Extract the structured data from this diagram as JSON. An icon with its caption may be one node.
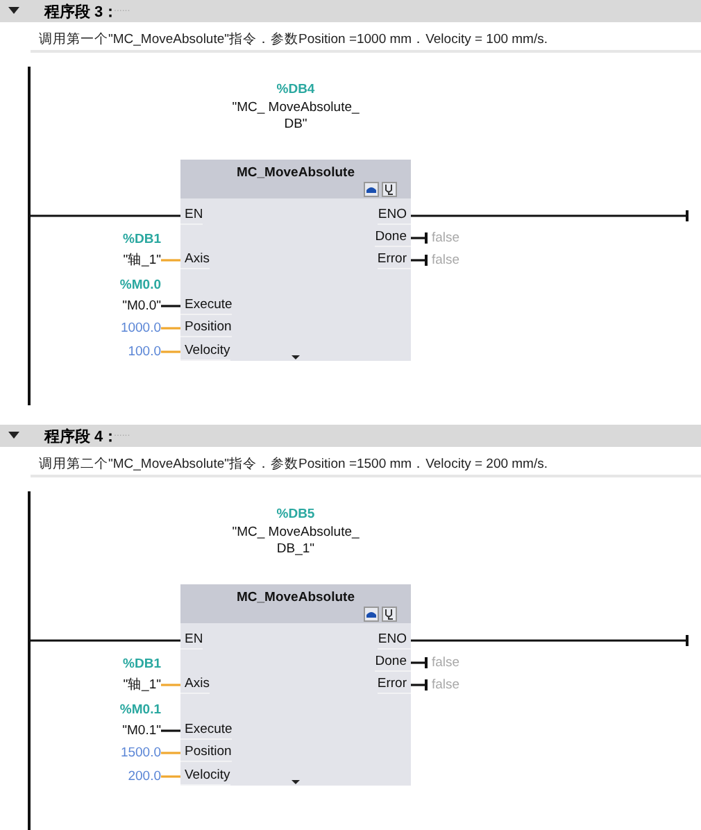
{
  "diagram": {
    "nodes": [
      {
        "text": [],
        "shape": "bar"
      },
      {
        "text": [
          "MC_MoveAbsolute"
        ],
        "beside": [
          "%DB4",
          "\"MC_ MoveAbsolute_ DB\""
        ]
      },
      {
        "text": [
          "EN"
        ],
        "in": 1
      },
      {
        "text": [
          "ENO"
        ],
        "in": 1
      },
      {
        "text": [
          "Done"
        ],
        "in": 1
      },
      {
        "text": [
          "Axis"
        ],
        "in": 1
      },
      {
        "text": [
          "Error"
        ],
        "in": 1
      },
      {
        "text": [
          "Execute"
        ],
        "in": 1
      },
      {
        "text": [
          "Position"
        ],
        "in": 1
      },
      {
        "text": [
          "Velocity"
        ],
        "in": 1
      },
      {
        "text": [
          "%DB1",
          "\"轴_1\""
        ]
      },
      {
        "text": [
          "false"
        ]
      },
      {
        "text": [
          "false"
        ]
      },
      {
        "text": [
          "%M0.0",
          "\"M0.0\""
        ]
      },
      {
        "text": [
          "1000.0"
        ]
      },
      {
        "text": [
          "100.0"
        ]
      },
      {
        "text": [],
        "shape": "bar"
      },
      {
        "text": [
          "MC_MoveAbsolute"
        ],
        "beside": [
          "%DB5",
          "\"MC_ MoveAbsolute_ DB_1\""
        ]
      },
      {
        "text": [
          "EN"
        ],
        "in": 17
      },
      {
        "text": [
          "ENO"
        ],
        "in": 17
      },
      {
        "text": [
          "Done"
        ],
        "in": 17
      },
      {
        "text": [
          "Axis"
        ],
        "in": 17
      },
      {
        "text": [
          "Error"
        ],
        "in": 17
      },
      {
        "text": [
          "Execute"
        ],
        "in": 17
      },
      {
        "text": [
          "Position"
        ],
        "in": 17
      },
      {
        "text": [
          "Velocity"
        ],
        "in": 17
      },
      {
        "text": [
          "%DB1",
          "\"轴_1\""
        ]
      },
      {
        "text": [
          "false"
        ]
      },
      {
        "text": [
          "false"
        ]
      },
      {
        "text": [
          "%M0.1",
          "\"M0.1\""
        ]
      },
      {
        "text": [
          "1500.0"
        ]
      },
      {
        "text": [
          "200.0"
        ]
      }
    ],
    "edges": [
      {
        "from": 0,
        "to": 2,
        "arrow": "none"
      },
      {
        "from": 3,
        "to": null,
        "arrow": "other"
      },
      {
        "from": 4,
        "to": 11,
        "arrow": "other"
      },
      {
        "from": 6,
        "to": 12,
        "arrow": "other"
      },
      {
        "from": 10,
        "to": 5,
        "arrow": "none",
        "color": "#f0a830"
      },
      {
        "from": 13,
        "to": 7,
        "arrow": "none"
      },
      {
        "from": 14,
        "to": 8,
        "arrow": "none",
        "color": "#f0a830"
      },
      {
        "from": 15,
        "to": 9,
        "arrow": "none",
        "color": "#f0a830"
      },
      {
        "from": 16,
        "to": 18,
        "arrow": "none"
      },
      {
        "from": 19,
        "to": null,
        "arrow": "other"
      },
      {
        "from": 20,
        "to": 27,
        "arrow": "other"
      },
      {
        "from": 22,
        "to": 28,
        "arrow": "other"
      },
      {
        "from": 26,
        "to": 21,
        "arrow": "none",
        "color": "#f0a830"
      },
      {
        "from": 29,
        "to": 23,
        "arrow": "none"
      },
      {
        "from": 30,
        "to": 24,
        "arrow": "none",
        "color": "#f0a830"
      },
      {
        "from": 31,
        "to": 25,
        "arrow": "none",
        "color": "#f0a830"
      }
    ],
    "labels": [
      "程序段 3：",
      "......",
      "调用第一个\"MC_MoveAbsolute\"指令．参数Position =1000 mm．Velocity = 100 mm/s.",
      "程序段 4：",
      "......",
      "调用第二个\"MC_MoveAbsolute\"指令．参数Position =1500 mm．Velocity = 200 mm/s."
    ]
  }
}
